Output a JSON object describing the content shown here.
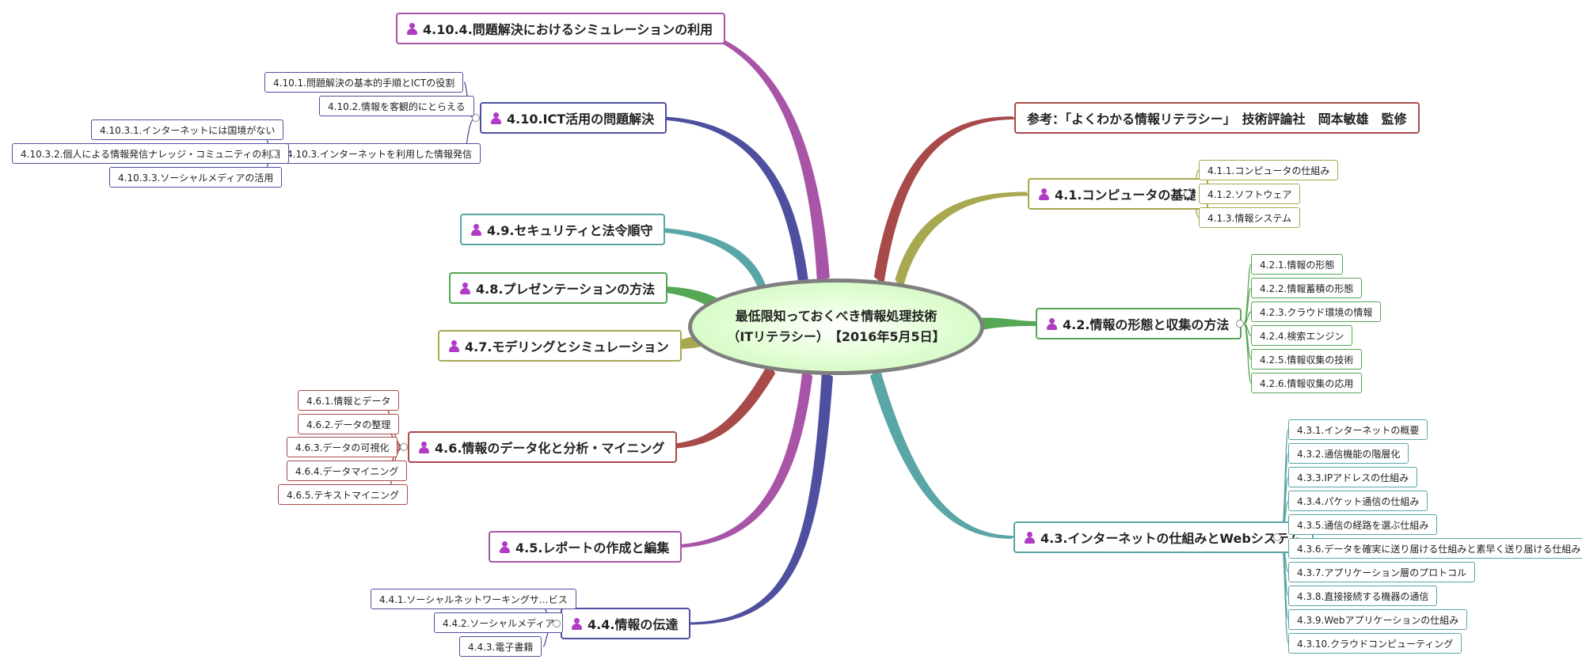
{
  "central": {
    "line1": "最低限知っておくべき情報処理技術",
    "line2": "（ITリテラシー）　【2016年5月5日】"
  },
  "topics": {
    "t4_10_4": {
      "label": "4.10.4.問題解決におけるシミュレーションの利用",
      "color": "#a855a8"
    },
    "t4_10": {
      "label": "4.10.ICT活用の問題解決",
      "color": "#4f4fa0",
      "children": [
        "4.10.1.問題解決の基本的手順とICTの役割",
        "4.10.2.情報を客観的にとらえる",
        "4.10.3.インターネットを利用した情報発信"
      ],
      "grandchildren": [
        "4.10.3.1.インターネットには国境がない",
        "4.10.3.2.個人による情報発信ナレッジ・コミュニティの利用",
        "4.10.3.3.ソーシャルメディアの活用"
      ]
    },
    "t4_9": {
      "label": "4.9.セキュリティと法令順守",
      "color": "#5aa5a5"
    },
    "t4_8": {
      "label": "4.8.プレゼンテーションの方法",
      "color": "#55a655"
    },
    "t4_7": {
      "label": "4.7.モデリングとシミュレーション",
      "color": "#a8a850"
    },
    "t4_6": {
      "label": "4.6.情報のデータ化と分析・マイニング",
      "color": "#a84a4a",
      "children": [
        "4.6.1.情報とデータ",
        "4.6.2.データの整理",
        "4.6.3.データの可視化",
        "4.6.4.データマイニング",
        "4.6.5.テキストマイニング"
      ]
    },
    "t4_5": {
      "label": "4.5.レポートの作成と編集",
      "color": "#a855a8"
    },
    "t4_4": {
      "label": "4.4.情報の伝達",
      "color": "#4f4fa0",
      "children": [
        "4.4.1.ソーシャルネットワーキングサ…ビス",
        "4.4.2.ソーシャルメディア",
        "4.4.3.電子書籍"
      ]
    },
    "ref": {
      "label": "参考：「よくわかる情報リテラシー」　技術評論社　岡本敏雄　監修",
      "color": "#a84a4a"
    },
    "t4_1": {
      "label": "4.1.コンピュータの基礎",
      "color": "#a8a850",
      "children": [
        "4.1.1.コンピュータの仕組み",
        "4.1.2.ソフトウェア",
        "4.1.3.情報システム"
      ]
    },
    "t4_2": {
      "label": "4.2.情報の形態と収集の方法",
      "color": "#55a655",
      "children": [
        "4.2.1.情報の形態",
        "4.2.2.情報蓄積の形態",
        "4.2.3.クラウド環境の情報",
        "4.2.4.検索エンジン",
        "4.2.5.情報収集の技術",
        "4.2.6.情報収集の応用"
      ]
    },
    "t4_3": {
      "label": "4.3.インターネットの仕組みとWebシステム",
      "color": "#5aa5a5",
      "children": [
        "4.3.1.インターネットの概要",
        "4.3.2.通信機能の階層化",
        "4.3.3.IPアドレスの仕組み",
        "4.3.4.パケット通信の仕組み",
        "4.3.5.通信の経路を選ぶ仕組み",
        "4.3.6.データを確実に送り届ける仕組みと素早く送り届ける仕組み",
        "4.3.7.アプリケーション層のプロトコル",
        "4.3.8.直接接続する機器の通信",
        "4.3.9.Webアプリケーションの仕組み",
        "4.3.10.クラウドコンピューティング"
      ]
    }
  }
}
